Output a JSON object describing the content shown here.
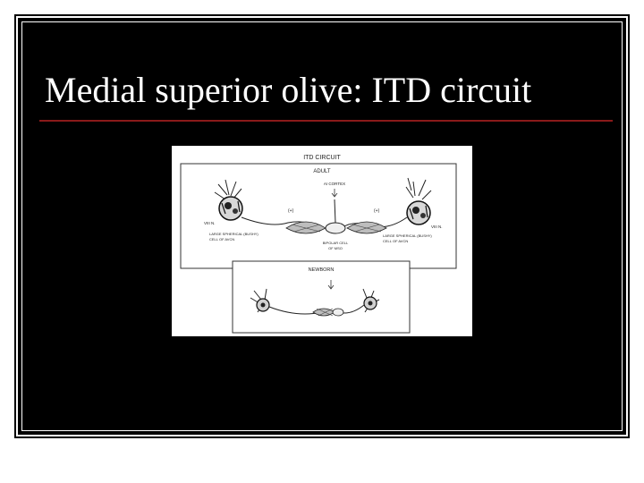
{
  "slide": {
    "title": "Medial superior olive: ITD circuit",
    "rule_color": "#8a1a1a",
    "background": "#000000"
  },
  "figure": {
    "heading": "ITD CIRCUIT",
    "adult_panel": {
      "label": "ADULT",
      "top_label": "AI CORTEX",
      "left_nerve": "VIII N.",
      "right_nerve": "VIII N.",
      "left_input_sign": "(+)",
      "right_input_sign": "(+)",
      "left_cell_label": [
        "LARGE SPHERICAL (BUSHY)",
        "CELL OF AVCN"
      ],
      "right_cell_label": [
        "LARGE SPHERICAL (BUSHY)",
        "CELL OF AVCN"
      ],
      "center_label": [
        "BIPOLAR CELL",
        "OF MSO"
      ]
    },
    "newborn_panel": {
      "label": "NEWBORN"
    }
  }
}
